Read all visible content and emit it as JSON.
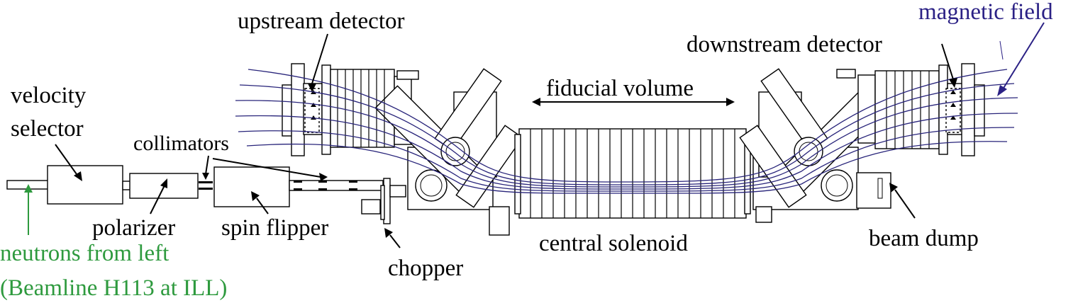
{
  "labels": {
    "upstream_detector": "upstream detector",
    "magnetic_field": "magnetic field",
    "downstream_detector": "downstream detector",
    "velocity_selector_line1": "velocity",
    "velocity_selector_line2": "selector",
    "fiducial_volume": "fiducial volume",
    "collimators": "collimators",
    "polarizer": "polarizer",
    "spin_flipper": "spin flipper",
    "central_solenoid": "central solenoid",
    "beam_dump": "beam dump",
    "chopper": "chopper",
    "neutrons_line1": "neutrons from left",
    "neutrons_line2": "(Beamline H113 at ILL)"
  },
  "colors": {
    "neutrons": "#2e9a3e",
    "magnetic_field": "#2b2185",
    "drawing": "#000000"
  }
}
